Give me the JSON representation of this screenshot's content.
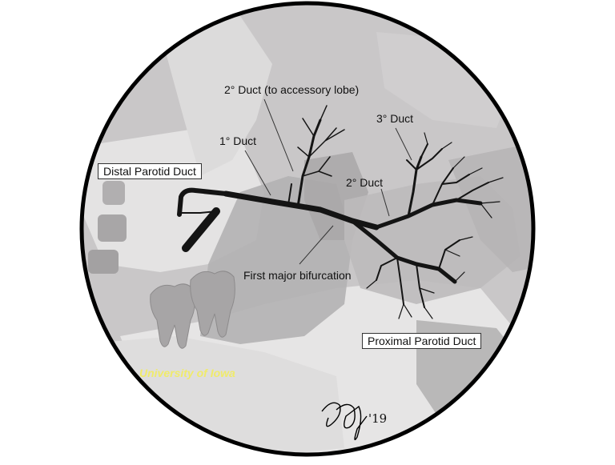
{
  "labels": {
    "duct_2_accessory": "2° Duct (to accessory lobe)",
    "duct_3": "3° Duct",
    "duct_1": "1° Duct",
    "distal_parotid_duct": "Distal Parotid Duct",
    "duct_2": "2° Duct",
    "first_major_bifurcation": "First major bifurcation",
    "proximal_parotid_duct": "Proximal Parotid Duct"
  },
  "credit": {
    "text": "University of Iowa"
  },
  "signature": {
    "year": "'19"
  },
  "colors": {
    "background_fill": "#c9c7c8",
    "anatomy_light": "#e6e5e5",
    "anatomy_mid": "#b2b0b1",
    "anatomy_dark": "#9c9a9b",
    "duct": "#141414",
    "credit": "#f0eb6a"
  }
}
